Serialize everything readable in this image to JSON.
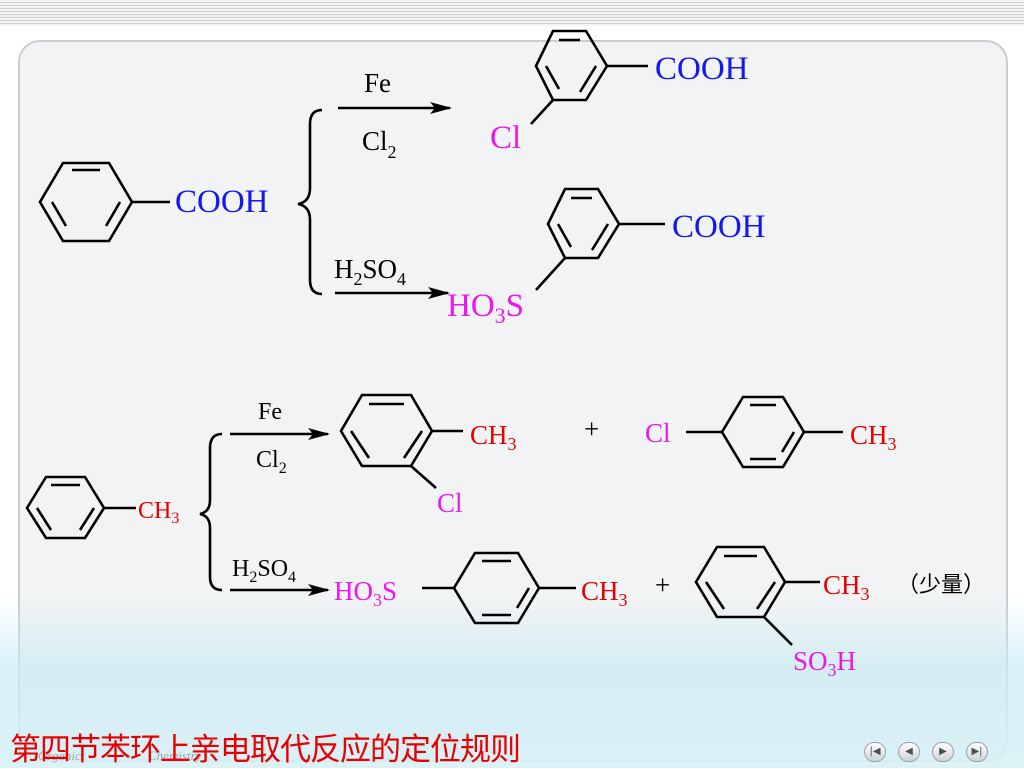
{
  "colors": {
    "substituent_blue": "#1616ee",
    "substituent_magenta": "#ee16ee",
    "substituent_red": "#e60000",
    "footer_title": "#e60000"
  },
  "reaction1": {
    "reactant": "COOH",
    "reagent_top": {
      "main": "Fe",
      "cl": "Cl",
      "cl_sub": "2"
    },
    "reagent_bottom": {
      "h": "H",
      "h_sub": "2",
      "so": "SO",
      "so_sub": "4"
    },
    "product_top": {
      "group": "COOH",
      "sub": "Cl"
    },
    "product_bottom": {
      "group": "COOH",
      "ho": "HO",
      "ho_sub": "3",
      "s": "S"
    }
  },
  "reaction2": {
    "reactant": {
      "ch": "CH",
      "sub": "3"
    },
    "reagent_top": {
      "main": "Fe",
      "cl": "Cl",
      "cl_sub": "2"
    },
    "reagent_bottom": {
      "h": "H",
      "h_sub": "2",
      "so": "SO",
      "so_sub": "4"
    },
    "product1": {
      "ch": "CH",
      "sub": "3",
      "cl": "Cl"
    },
    "plus1": "+",
    "product2": {
      "cl": "Cl",
      "ch": "CH",
      "sub": "3"
    },
    "product3": {
      "ho": "HO",
      "ho_sub": "3",
      "s": "S",
      "ch": "CH",
      "sub": "3"
    },
    "plus2": "+",
    "product4": {
      "ch": "CH",
      "sub": "3",
      "so": "SO",
      "so_sub": "3",
      "h": "H",
      "note": "（少量）"
    }
  },
  "footer": {
    "title": "第四节苯环上亲电取代反应的定位规则"
  },
  "decoration": {
    "left_text": "Organic",
    "right_text": "Chemistry"
  },
  "nav_icons": [
    "nav-first-icon",
    "nav-prev-icon",
    "nav-next-icon",
    "nav-last-icon"
  ]
}
